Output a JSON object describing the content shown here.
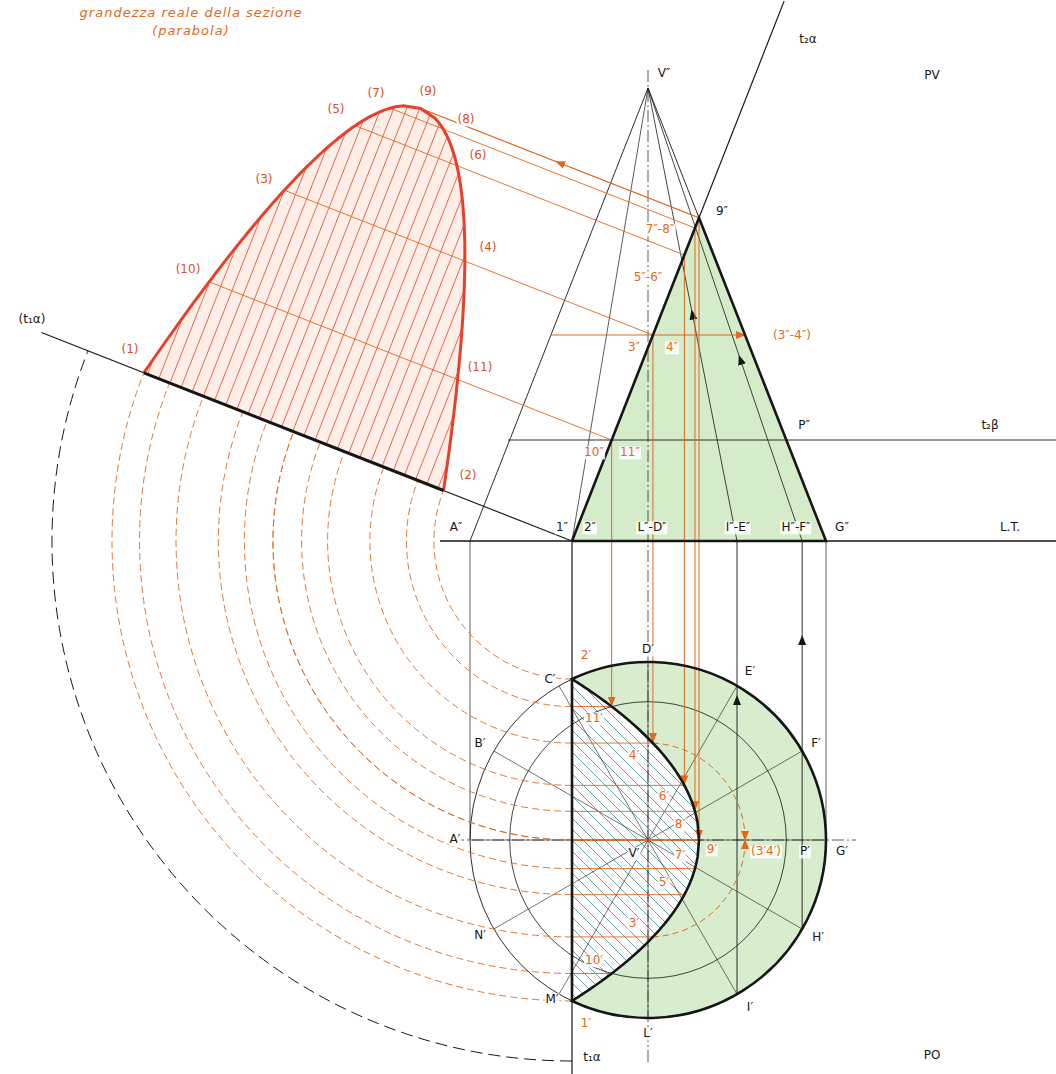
{
  "diagram": {
    "title": "grandezza reale della sezione (parabola)",
    "labels": [
      "V″",
      "t₂α",
      "PV",
      "7″-8″",
      "9″",
      "5″-6″",
      "3″",
      "4″",
      "(3″-4″)",
      "10″",
      "11″",
      "P″",
      "t₂β",
      "A″",
      "1″",
      "2″",
      "L″-D″",
      "I″-E″",
      "H″-F″",
      "G″",
      "L.T.",
      "(t₁α)",
      "(1)",
      "(2)",
      "(3)",
      "(4)",
      "(5)",
      "(6)",
      "(7)",
      "(8)",
      "(9)",
      "(10)",
      "(11)",
      "C′",
      "2′",
      "D′",
      "E′",
      "11′",
      "4′",
      "B′",
      "6′",
      "F′",
      "8′",
      "A′",
      "V′",
      "9′",
      "(3′4′)",
      "P′",
      "G′",
      "7′",
      "5′",
      "N′",
      "H′",
      "3′",
      "10′",
      "M′",
      "1′",
      "I′",
      "L′",
      "t₁α",
      "PO"
    ]
  }
}
